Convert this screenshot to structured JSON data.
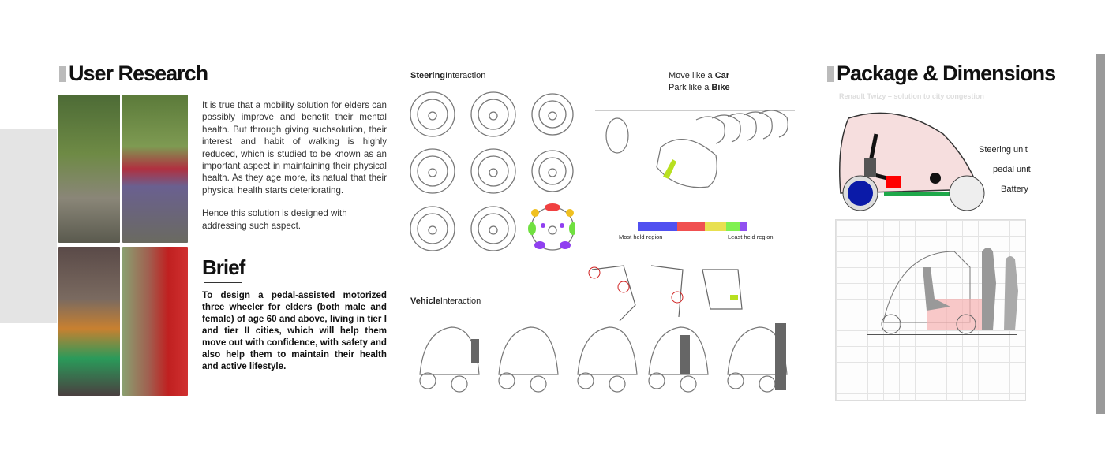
{
  "user_research": {
    "title": "User Research",
    "paragraph1": "It is true that a mobility solution for elders can possibly improve and benefit their mental health. But through giving suchsolution, their interest and habit of walking is highly reduced, which is studied to be known as an important aspect in maintaining their physical health. As they age more,  its natual that their physical health starts deteriorating.",
    "paragraph2": "Hence this solution is designed with addressing such aspect."
  },
  "brief": {
    "title": "Brief",
    "text": "To design a pedal-assisted motorized three wheeler for elders (both male and female) of age  60 and above, living in tier I and tier II cities, which will help them move out with confidence, with safety and also help them to maintain their health and active lifestyle."
  },
  "steering": {
    "bold": "Steering",
    "rest": "Interaction"
  },
  "vehicle": {
    "bold": "Vehicle",
    "rest": "Interaction"
  },
  "tagline": {
    "line1_prefix": "Move like a ",
    "line1_bold": "Car",
    "line2_prefix": "Park like a ",
    "line2_bold": "Bike"
  },
  "grip_scale": {
    "most": "Most held region",
    "least": "Least held region",
    "colors": [
      "#5050f0",
      "#f05050",
      "#e8e050",
      "#80f050",
      "#9050f0"
    ]
  },
  "package": {
    "title": "Package & Dimensions",
    "labels": {
      "steering": "Steering unit",
      "pedal": "pedal unit",
      "battery": "Battery"
    },
    "reference_image_title": "Renault Twizy – solution to city congestion"
  }
}
